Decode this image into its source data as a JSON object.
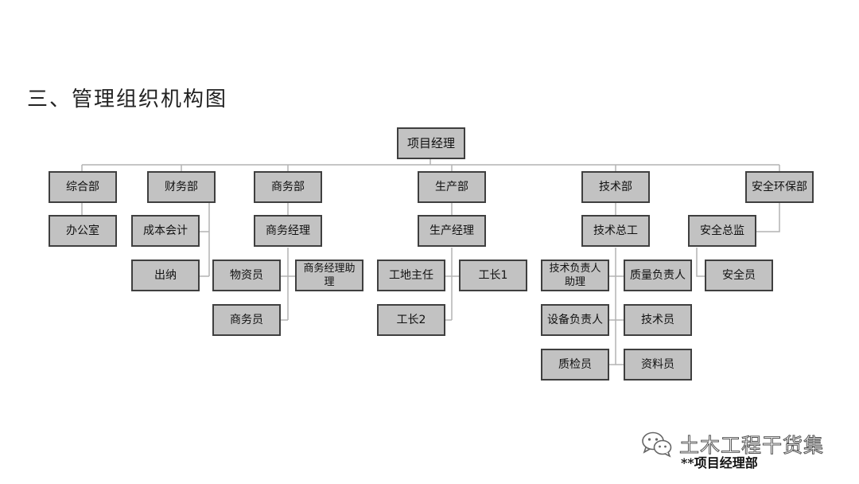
{
  "title": "三、管理组织机构图",
  "org": {
    "root": "项目经理",
    "departments": {
      "general": "综合部",
      "finance": "财务部",
      "commerce": "商务部",
      "production": "生产部",
      "technology": "技术部",
      "safety": "安全环保部"
    },
    "general": {
      "office": "办公室"
    },
    "finance": {
      "cost_accountant": "成本会计",
      "cashier": "出纳"
    },
    "commerce": {
      "manager": "商务经理",
      "materials_clerk": "物资员",
      "manager_assistant": "商务经理助理",
      "commerce_clerk": "商务员"
    },
    "production": {
      "manager": "生产经理",
      "site_supervisor": "工地主任",
      "foreman_1": "工长1",
      "foreman_2": "工长2"
    },
    "technology": {
      "chief_engineer": "技术总工",
      "tech_lead_assistant": "技术负责人助理",
      "quality_lead": "质量负责人",
      "equipment_lead": "设备负责人",
      "technician": "技术员",
      "quality_inspector": "质检员",
      "documentation_clerk": "资料员"
    },
    "safety": {
      "director": "安全总监",
      "officer": "安全员"
    }
  },
  "watermark": {
    "text": "土木工程干货集",
    "icon": "wechat-icon"
  },
  "footer": "**项目经理部",
  "colors": {
    "box_fill": "#c2c2c2",
    "box_border": "#3f3f3f",
    "connector": "#b3b3b3"
  }
}
